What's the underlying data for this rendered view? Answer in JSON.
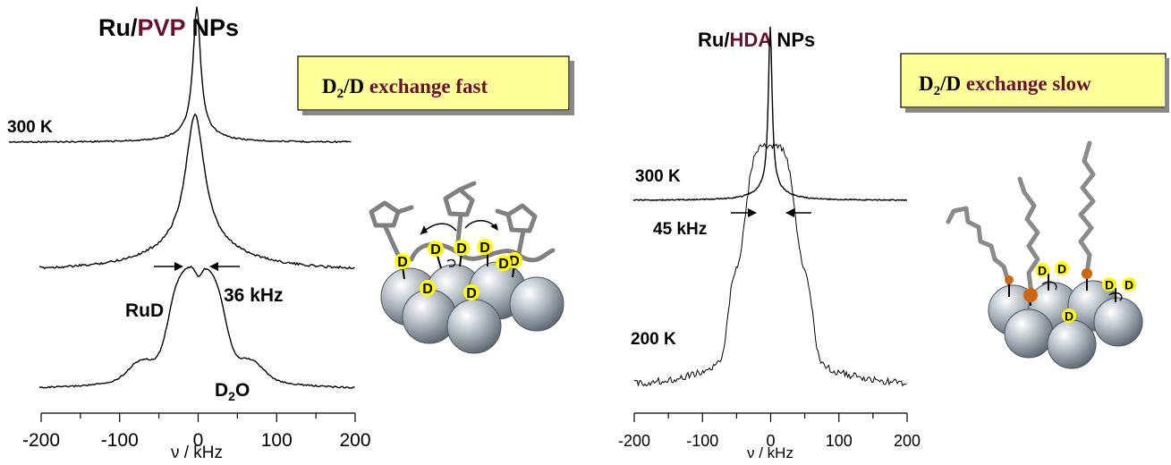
{
  "colors": {
    "accent": "#6b0f2e",
    "box_fill": "#ffff99",
    "sphere_base": "#8c98a3",
    "deuterium": "#ffff00",
    "ligand_anchor": "#cc6611",
    "ligand_gray": "#808080"
  },
  "left": {
    "title_prefix": "Ru/",
    "title_accent": "PVP",
    "title_suffix": " NPs",
    "box_prefix": "D",
    "box_sub": "2",
    "box_mid": "/D ",
    "box_accent": "exchange fast",
    "temp_300": "300 K",
    "width_label": "36 kHz",
    "rud_label": "RuD",
    "d2o_prefix": "D",
    "d2o_sub": "2",
    "d2o_suffix": "O",
    "xlabel": "ν / kHz",
    "ticks": [
      "-200",
      "-100",
      "0",
      "100",
      "200"
    ],
    "d_labels": [
      "D",
      "D",
      "D",
      "D",
      "D",
      "D",
      "D",
      "D"
    ]
  },
  "right": {
    "title_prefix": "Ru/",
    "title_accent": "HDA",
    "title_suffix": " NPs",
    "box_prefix": "D",
    "box_sub": "2",
    "box_mid": "/D ",
    "box_accent": "exchange slow",
    "temp_300": "300 K",
    "temp_200": "200 K",
    "width_label": "45 kHz",
    "xlabel": "ν / kHz",
    "ticks": [
      "-200",
      "-100",
      "0",
      "100",
      "200"
    ],
    "d_labels": [
      "D",
      "D",
      "D",
      "D",
      "D"
    ]
  }
}
